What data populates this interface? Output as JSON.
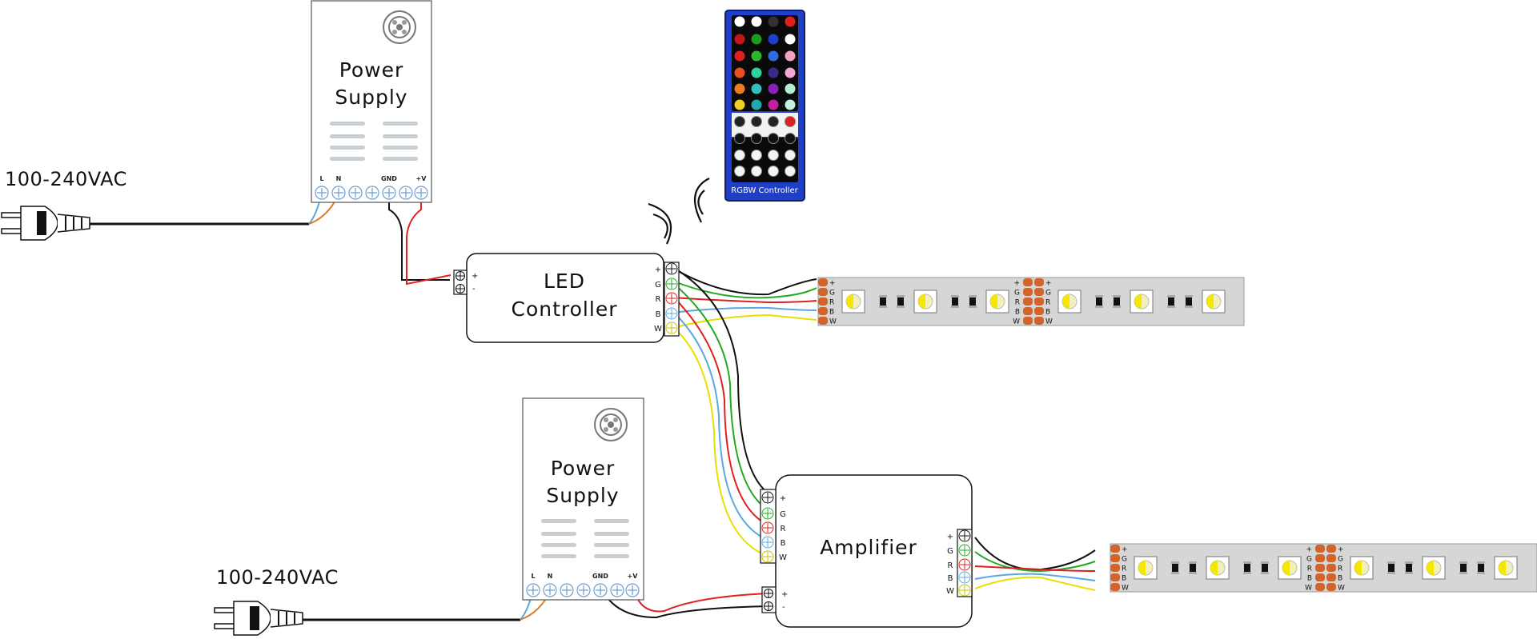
{
  "mains": {
    "top_voltage": "100-240VAC",
    "bottom_voltage": "100-240VAC"
  },
  "power_supply_top": {
    "line1": "Power",
    "line2": "Supply",
    "terminals": [
      "L",
      "N",
      "",
      "",
      "GND",
      "+V"
    ]
  },
  "power_supply_bottom": {
    "line1": "Power",
    "line2": "Supply",
    "terminals": [
      "L",
      "N",
      "",
      "",
      "GND",
      "+V"
    ]
  },
  "led_controller": {
    "line1": "LED",
    "line2": "Controller",
    "power_terminals": [
      "+",
      "-"
    ],
    "output_terminals": [
      "+",
      "G",
      "R",
      "B",
      "W"
    ]
  },
  "amplifier": {
    "label": "Amplifier",
    "input_terminals": [
      "+",
      "G",
      "R",
      "B",
      "W"
    ],
    "output_terminals": [
      "+",
      "G",
      "R",
      "B",
      "W"
    ],
    "power_terminals": [
      "+",
      "-"
    ]
  },
  "remote": {
    "label": "RGBW Controller"
  },
  "led_strip": {
    "pin_labels": [
      "+",
      "G",
      "R",
      "B",
      "W"
    ]
  },
  "colors": {
    "wire_red": "#e02020",
    "wire_green": "#22aa22",
    "wire_blue": "#5aa8e0",
    "wire_yellow": "#e8e000",
    "wire_black": "#111111",
    "wire_orange": "#e07a20",
    "remote_frame": "#1f3fc8",
    "strip_body": "#d6d6d6",
    "strip_pad": "#d2642a"
  }
}
